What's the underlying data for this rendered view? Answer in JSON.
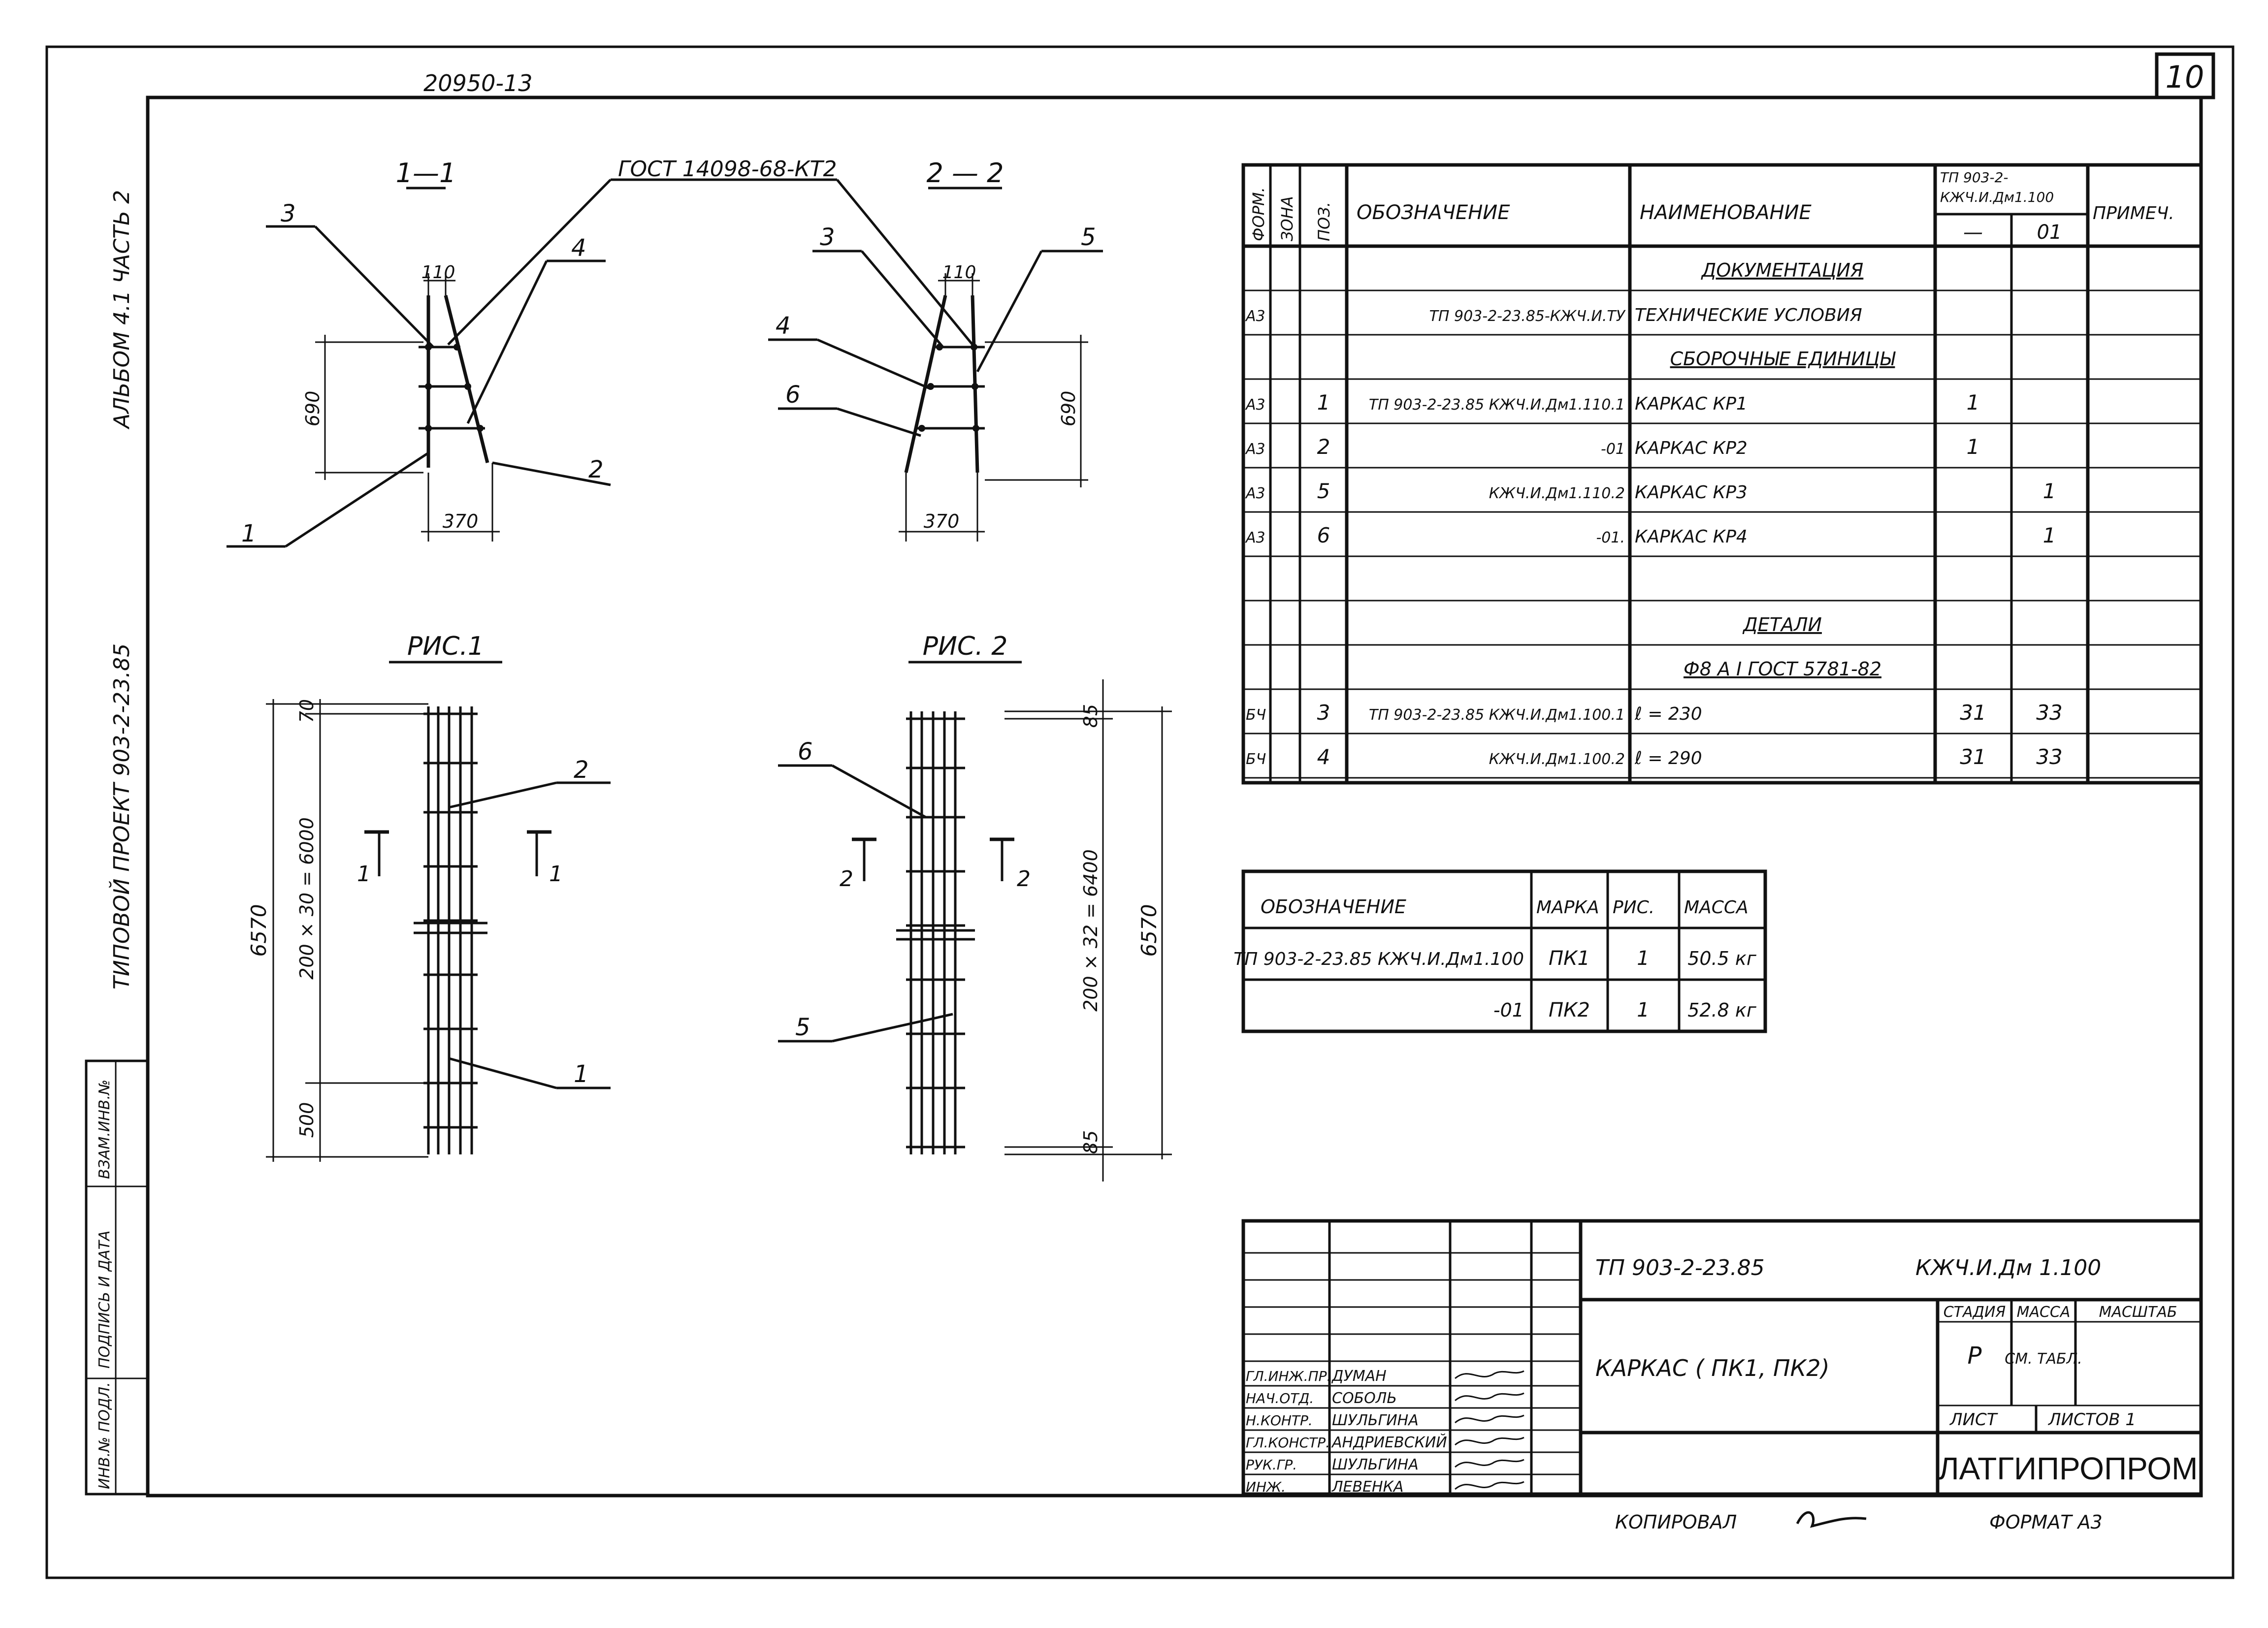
{
  "sheet": {
    "top_code": "20950-13",
    "sheet_number": "10",
    "side_left": {
      "album": "АЛЬБОМ 4.1 ЧАСТЬ 2",
      "project": "ТИПОВОЙ ПРОЕКТ 903-2-23.85"
    },
    "stamp_strip": [
      "ВЗАМ.ИНВ.№",
      "ПОДПИСЬ И ДАТА",
      "ИНВ.№ ПОДЛ."
    ],
    "bottom_copied": "КОПИРОВАЛ",
    "bottom_format": "ФОРМАТ А3"
  },
  "section_1": {
    "title": "1—1",
    "gost": "ГОСТ 14098-68-КТ2",
    "dim_top": "110",
    "dim_height": "690",
    "dim_bottom": "370",
    "callouts": [
      "3",
      "4",
      "2",
      "1"
    ]
  },
  "section_2": {
    "title": "2 — 2",
    "dim_top": "110",
    "dim_height": "690",
    "dim_bottom": "370",
    "callouts": [
      "3",
      "5",
      "4",
      "6"
    ]
  },
  "fig_1": {
    "title": "РИС.1",
    "dim_top": "70",
    "dim_middle": "200 × 30 = 6000",
    "dim_bottom": "500",
    "dim_total": "6570",
    "callout_top": "2",
    "callout_bottom": "1",
    "cut_num": "1"
  },
  "fig_2": {
    "title": "РИС. 2",
    "dim_top": "85",
    "dim_middle": "200 × 32 = 6400",
    "dim_bottom": "85",
    "dim_total": "6570",
    "callout_top": "6",
    "callout_bottom": "5",
    "cut_num": "2"
  },
  "spec": {
    "head": {
      "format": "ФОРМ.",
      "zone": "ЗОНА",
      "pos": "ПОЗ.",
      "designation": "ОБОЗНАЧЕНИЕ",
      "name": "НАИМЕНОВАНИЕ",
      "project_code_1": "ТП 903-2-",
      "project_code_2": "КЖЧ.И.Дм1.100",
      "var_a": "—",
      "var_b": "01",
      "note": "ПРИМЕЧ."
    },
    "rows": [
      {
        "format": "",
        "pos": "",
        "designation": "",
        "name": "ДОКУМЕНТАЦИЯ",
        "a": "",
        "b": "",
        "heading": true
      },
      {
        "format": "А3",
        "pos": "",
        "designation": "ТП 903-2-23.85-КЖЧ.И.ТУ",
        "name": "ТЕХНИЧЕСКИЕ УСЛОВИЯ",
        "a": "",
        "b": "",
        "heading": false
      },
      {
        "format": "",
        "pos": "",
        "designation": "",
        "name": "СБОРОЧНЫЕ ЕДИНИЦЫ",
        "a": "",
        "b": "",
        "heading": true
      },
      {
        "format": "А3",
        "pos": "1",
        "designation": "ТП 903-2-23.85 КЖЧ.И.Дм1.110.1",
        "name": "КАРКАС  КР1",
        "a": "1",
        "b": "",
        "heading": false
      },
      {
        "format": "А3",
        "pos": "2",
        "designation": "-01",
        "name": "КАРКАС  КР2",
        "a": "1",
        "b": "",
        "heading": false
      },
      {
        "format": "А3",
        "pos": "5",
        "designation": "КЖЧ.И.Дм1.110.2",
        "name": "КАРКАС  КР3",
        "a": "",
        "b": "1",
        "heading": false
      },
      {
        "format": "А3",
        "pos": "6",
        "designation": "-01.",
        "name": "КАРКАС  КР4",
        "a": "",
        "b": "1",
        "heading": false
      },
      {
        "format": "",
        "pos": "",
        "designation": "",
        "name": "",
        "a": "",
        "b": "",
        "heading": false
      },
      {
        "format": "",
        "pos": "",
        "designation": "",
        "name": "ДЕТАЛИ",
        "a": "",
        "b": "",
        "heading": true
      },
      {
        "format": "",
        "pos": "",
        "designation": "",
        "name": "Ф8 А I ГОСТ 5781-82",
        "a": "",
        "b": "",
        "heading": true
      },
      {
        "format": "БЧ",
        "pos": "3",
        "designation": "ТП 903-2-23.85 КЖЧ.И.Дм1.100.1",
        "name": "ℓ = 230",
        "a": "31",
        "b": "33",
        "heading": false
      },
      {
        "format": "БЧ",
        "pos": "4",
        "designation": "КЖЧ.И.Дм1.100.2",
        "name": "ℓ = 290",
        "a": "31",
        "b": "33",
        "heading": false
      }
    ]
  },
  "mass_table": {
    "head": [
      "ОБОЗНАЧЕНИЕ",
      "МАРКА",
      "РИС.",
      "МАССА"
    ],
    "rows": [
      {
        "designation": "ТП 903-2-23.85 КЖЧ.И.Дм1.100",
        "mark": "ПК1",
        "fig": "1",
        "mass": "50.5 кг"
      },
      {
        "designation": "-01",
        "mark": "ПК2",
        "fig": "1",
        "mass": "52.8 кг"
      }
    ]
  },
  "title_block": {
    "project": "ТП 903-2-23.85",
    "code": "КЖЧ.И.Дм 1.100",
    "title": "КАРКАС ( ПК1, ПК2)",
    "stage_label": "СТАДИЯ",
    "mass_label": "МАССА",
    "scale_label": "МАСШТАБ",
    "stage": "Р",
    "mass": "СМ. ТАБЛ.",
    "sheet_label": "ЛИСТ",
    "sheets_label": "ЛИСТОВ 1",
    "org": "ЛАТГИПРОПРОМ",
    "people": [
      {
        "role": "ГЛ.ИНЖ.ПР.",
        "name": "ДУМАН"
      },
      {
        "role": "НАЧ.ОТД.",
        "name": "СОБОЛЬ"
      },
      {
        "role": "Н.КОНТР.",
        "name": "ШУЛЬГИНА"
      },
      {
        "role": "ГЛ.КОНСТР.",
        "name": "АНДРИЕВСКИЙ"
      },
      {
        "role": "РУК.ГР.",
        "name": "ШУЛЬГИНА"
      },
      {
        "role": "ИНЖ.",
        "name": "ЛЕВЕНКА"
      }
    ]
  }
}
